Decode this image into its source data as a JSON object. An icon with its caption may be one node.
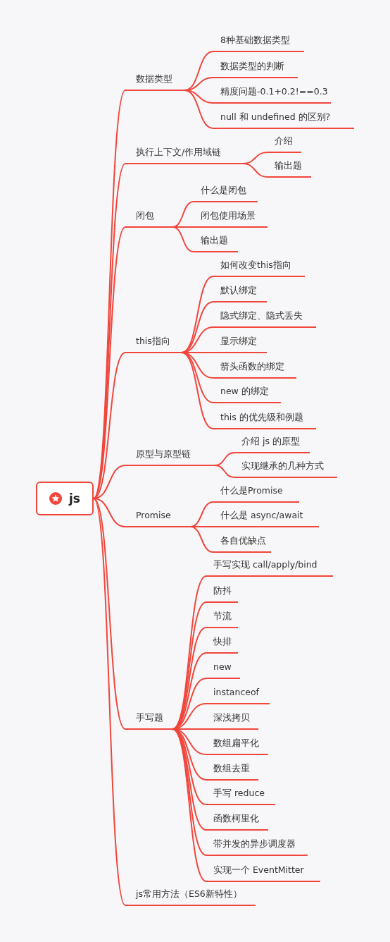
{
  "diagram": {
    "nodes": [
      {
        "text": [
          "js"
        ]
      },
      {
        "text": [
          "数据类型"
        ]
      },
      {
        "text": [
          "8种基础数据类型"
        ]
      },
      {
        "text": [
          "数据类型的判断"
        ]
      },
      {
        "text": [
          "精度问题-0.1+0.2!==0.3"
        ]
      },
      {
        "text": [
          "null 和 undefined 的区别?"
        ]
      },
      {
        "text": [
          "执行上下文/作用域链"
        ]
      },
      {
        "text": [
          "介绍"
        ]
      },
      {
        "text": [
          "输出题"
        ]
      },
      {
        "text": [
          "闭包"
        ]
      },
      {
        "text": [
          "什么是闭包"
        ]
      },
      {
        "text": [
          "闭包使用场景"
        ]
      },
      {
        "text": [
          "输出题"
        ]
      },
      {
        "text": [
          "this指向"
        ]
      },
      {
        "text": [
          "如何改变this指向"
        ]
      },
      {
        "text": [
          "默认绑定"
        ]
      },
      {
        "text": [
          "隐式绑定、隐式丢失"
        ]
      },
      {
        "text": [
          "显示绑定"
        ]
      },
      {
        "text": [
          "箭头函数的绑定"
        ]
      },
      {
        "text": [
          "new 的绑定"
        ]
      },
      {
        "text": [
          "this 的优先级和例题"
        ]
      },
      {
        "text": [
          "原型与原型链"
        ]
      },
      {
        "text": [
          "介绍 js 的原型"
        ]
      },
      {
        "text": [
          "实现继承的几种方式"
        ]
      },
      {
        "text": [
          "Promise"
        ]
      },
      {
        "text": [
          "什么是Promise"
        ]
      },
      {
        "text": [
          "什么是 async/await"
        ]
      },
      {
        "text": [
          "各自优缺点"
        ]
      },
      {
        "text": [
          "手写题"
        ]
      },
      {
        "text": [
          "手写实现 call/apply/bind"
        ]
      },
      {
        "text": [
          "防抖"
        ]
      },
      {
        "text": [
          "节流"
        ]
      },
      {
        "text": [
          "快排"
        ]
      },
      {
        "text": [
          "new"
        ]
      },
      {
        "text": [
          "instanceof"
        ]
      },
      {
        "text": [
          "深浅拷贝"
        ]
      },
      {
        "text": [
          "数组扁平化"
        ]
      },
      {
        "text": [
          "数组去重"
        ]
      },
      {
        "text": [
          "手写 reduce"
        ]
      },
      {
        "text": [
          "函数柯里化"
        ]
      },
      {
        "text": [
          "带并发的异步调度器"
        ]
      },
      {
        "text": [
          "实现一个 EventMitter"
        ]
      },
      {
        "text": [
          "js常用方法（ES6新特性）"
        ]
      }
    ],
    "edges": [
      {
        "from": 0,
        "to": 1,
        "arrow": "none"
      },
      {
        "from": 1,
        "to": 2,
        "arrow": "none"
      },
      {
        "from": 1,
        "to": 3,
        "arrow": "none"
      },
      {
        "from": 1,
        "to": 4,
        "arrow": "none"
      },
      {
        "from": 1,
        "to": 5,
        "arrow": "none"
      },
      {
        "from": 0,
        "to": 6,
        "arrow": "none"
      },
      {
        "from": 6,
        "to": 7,
        "arrow": "none"
      },
      {
        "from": 6,
        "to": 8,
        "arrow": "none"
      },
      {
        "from": 0,
        "to": 9,
        "arrow": "none"
      },
      {
        "from": 9,
        "to": 10,
        "arrow": "none"
      },
      {
        "from": 9,
        "to": 11,
        "arrow": "none"
      },
      {
        "from": 9,
        "to": 12,
        "arrow": "none"
      },
      {
        "from": 0,
        "to": 13,
        "arrow": "none"
      },
      {
        "from": 13,
        "to": 14,
        "arrow": "none"
      },
      {
        "from": 13,
        "to": 15,
        "arrow": "none"
      },
      {
        "from": 13,
        "to": 16,
        "arrow": "none"
      },
      {
        "from": 13,
        "to": 17,
        "arrow": "none"
      },
      {
        "from": 13,
        "to": 18,
        "arrow": "none"
      },
      {
        "from": 13,
        "to": 19,
        "arrow": "none"
      },
      {
        "from": 13,
        "to": 20,
        "arrow": "none"
      },
      {
        "from": 0,
        "to": 21,
        "arrow": "none"
      },
      {
        "from": 21,
        "to": 22,
        "arrow": "none"
      },
      {
        "from": 21,
        "to": 23,
        "arrow": "none"
      },
      {
        "from": 0,
        "to": 24,
        "arrow": "none"
      },
      {
        "from": 24,
        "to": 25,
        "arrow": "none"
      },
      {
        "from": 24,
        "to": 26,
        "arrow": "none"
      },
      {
        "from": 24,
        "to": 27,
        "arrow": "none"
      },
      {
        "from": 0,
        "to": 28,
        "arrow": "none"
      },
      {
        "from": 28,
        "to": 29,
        "arrow": "none"
      },
      {
        "from": 28,
        "to": 30,
        "arrow": "none"
      },
      {
        "from": 28,
        "to": 31,
        "arrow": "none"
      },
      {
        "from": 28,
        "to": 32,
        "arrow": "none"
      },
      {
        "from": 28,
        "to": 33,
        "arrow": "none"
      },
      {
        "from": 28,
        "to": 34,
        "arrow": "none"
      },
      {
        "from": 28,
        "to": 35,
        "arrow": "none"
      },
      {
        "from": 28,
        "to": 36,
        "arrow": "none"
      },
      {
        "from": 28,
        "to": 37,
        "arrow": "none"
      },
      {
        "from": 28,
        "to": 38,
        "arrow": "none"
      },
      {
        "from": 28,
        "to": 39,
        "arrow": "none"
      },
      {
        "from": 28,
        "to": 40,
        "arrow": "none"
      },
      {
        "from": 28,
        "to": 41,
        "arrow": "none"
      },
      {
        "from": 0,
        "to": 42,
        "arrow": "none"
      }
    ]
  }
}
